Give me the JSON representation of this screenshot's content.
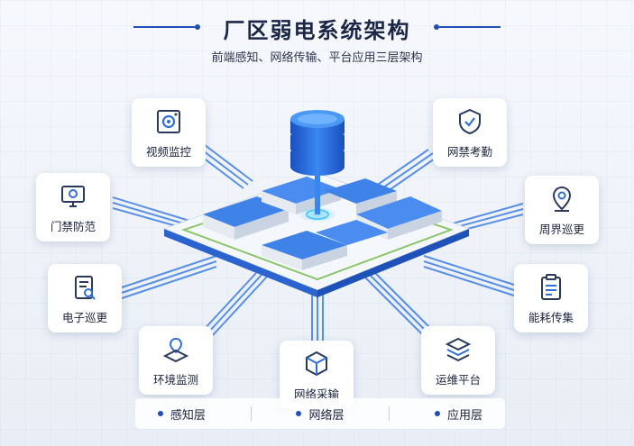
{
  "header": {
    "title": "厂区弱电系统架构",
    "subtitle": "前端感知、网络传输、平台应用三层架构"
  },
  "modules": [
    {
      "label": "视频监控",
      "icon": "camera-icon"
    },
    {
      "label": "网禁考勤",
      "icon": "shield-check-icon"
    },
    {
      "label": "门禁防范",
      "icon": "monitor-icon"
    },
    {
      "label": "周界巡更",
      "icon": "location-pin-icon"
    },
    {
      "label": "电子巡更",
      "icon": "document-search-icon"
    },
    {
      "label": "能耗传集",
      "icon": "clipboard-icon"
    },
    {
      "label": "环境监测",
      "icon": "sensor-icon"
    },
    {
      "label": "网络采输",
      "icon": "cube-icon"
    },
    {
      "label": "运维平台",
      "icon": "layers-icon"
    }
  ],
  "center": {
    "icon": "database-icon"
  },
  "legend": {
    "items": [
      "感知层",
      "网络层",
      "应用层"
    ]
  },
  "colors": {
    "accent": "#1f4fb5",
    "link": "#3f7fe6",
    "database": "#1f5fd0",
    "platform": "#2f6fdf"
  }
}
